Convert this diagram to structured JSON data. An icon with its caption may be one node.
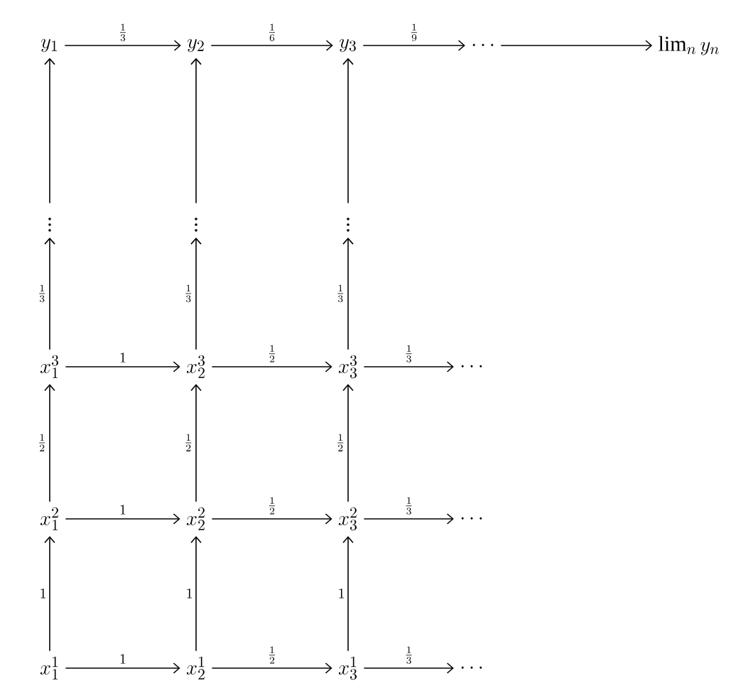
{
  "diagram": {
    "nodes": [
      {
        "text": [
          "y_1"
        ]
      },
      {
        "text": [
          "y_2"
        ]
      },
      {
        "text": [
          "y_3"
        ]
      },
      {
        "text": [
          "\\cdots"
        ]
      },
      {
        "text": [
          "\\lim_n y_n"
        ]
      },
      {
        "text": [
          "\\vdots"
        ]
      },
      {
        "text": [
          "\\vdots"
        ]
      },
      {
        "text": [
          "\\vdots"
        ]
      },
      {
        "text": [
          "x_1^3"
        ]
      },
      {
        "text": [
          "x_2^3"
        ]
      },
      {
        "text": [
          "x_3^3"
        ]
      },
      {
        "text": [
          "\\cdots"
        ]
      },
      {
        "text": [
          "x_1^2"
        ]
      },
      {
        "text": [
          "x_2^2"
        ]
      },
      {
        "text": [
          "x_3^2"
        ]
      },
      {
        "text": [
          "\\cdots"
        ]
      },
      {
        "text": [
          "x_1^1"
        ]
      },
      {
        "text": [
          "x_2^1"
        ]
      },
      {
        "text": [
          "x_3^1"
        ]
      },
      {
        "text": [
          "\\cdots"
        ]
      }
    ],
    "edges": [
      {
        "from": 0,
        "to": 1,
        "arrow": "to",
        "label": "\\frac{1}{3}"
      },
      {
        "from": 1,
        "to": 2,
        "arrow": "to",
        "label": "\\frac{1}{6}"
      },
      {
        "from": 2,
        "to": 3,
        "arrow": "to",
        "label": "\\frac{1}{9}"
      },
      {
        "from": 3,
        "to": 4,
        "arrow": "to"
      },
      {
        "from": 5,
        "to": 0,
        "arrow": "to"
      },
      {
        "from": 6,
        "to": 1,
        "arrow": "to"
      },
      {
        "from": 7,
        "to": 2,
        "arrow": "to"
      },
      {
        "from": 8,
        "to": 5,
        "arrow": "to",
        "label": "\\frac{1}{3}"
      },
      {
        "from": 9,
        "to": 6,
        "arrow": "to",
        "label": "\\frac{1}{3}"
      },
      {
        "from": 10,
        "to": 7,
        "arrow": "to",
        "label": "\\frac{1}{3}"
      },
      {
        "from": 8,
        "to": 9,
        "arrow": "to",
        "label": "1"
      },
      {
        "from": 9,
        "to": 10,
        "arrow": "to",
        "label": "\\frac{1}{2}"
      },
      {
        "from": 10,
        "to": 11,
        "arrow": "to",
        "label": "\\frac{1}{3}"
      },
      {
        "from": 12,
        "to": 8,
        "arrow": "to",
        "label": "\\frac{1}{2}"
      },
      {
        "from": 13,
        "to": 9,
        "arrow": "to",
        "label": "\\frac{1}{2}"
      },
      {
        "from": 14,
        "to": 10,
        "arrow": "to",
        "label": "\\frac{1}{2}"
      },
      {
        "from": 12,
        "to": 13,
        "arrow": "to",
        "label": "1"
      },
      {
        "from": 13,
        "to": 14,
        "arrow": "to",
        "label": "\\frac{1}{2}"
      },
      {
        "from": 14,
        "to": 15,
        "arrow": "to",
        "label": "\\frac{1}{3}"
      },
      {
        "from": 16,
        "to": 12,
        "arrow": "to",
        "label": "1"
      },
      {
        "from": 17,
        "to": 13,
        "arrow": "to",
        "label": "1"
      },
      {
        "from": 18,
        "to": 14,
        "arrow": "to",
        "label": "1"
      },
      {
        "from": 16,
        "to": 17,
        "arrow": "to",
        "label": "1"
      },
      {
        "from": 17,
        "to": 18,
        "arrow": "to",
        "label": "\\frac{1}{2}"
      },
      {
        "from": 18,
        "to": 19,
        "arrow": "to",
        "label": "\\frac{1}{3}"
      }
    ]
  }
}
